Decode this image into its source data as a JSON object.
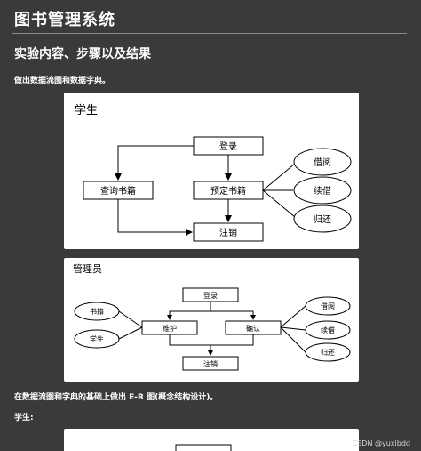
{
  "page": {
    "title": "图书管理系统",
    "section_heading": "实验内容、步骤以及结果",
    "intro_text": "做出数据流图和数据字典。",
    "er_text": "在数据流图和字典的基础上做出 E-R 图(概念结构设计)。",
    "student_label": "学生:",
    "watermark": "CSDN @yuxibdd"
  },
  "diagram_student": {
    "title": "学生",
    "login": "登录",
    "query_books": "查询书籍",
    "reserve_books": "预定书籍",
    "logout": "注销",
    "borrow": "借阅",
    "renew": "续借",
    "return": "归还"
  },
  "diagram_admin": {
    "title": "管理员",
    "login": "登录",
    "maintain": "维护",
    "confirm": "确认",
    "logout": "注销",
    "books": "书籍",
    "students": "学生",
    "borrow": "借阅",
    "renew": "续借",
    "return": "归还"
  }
}
